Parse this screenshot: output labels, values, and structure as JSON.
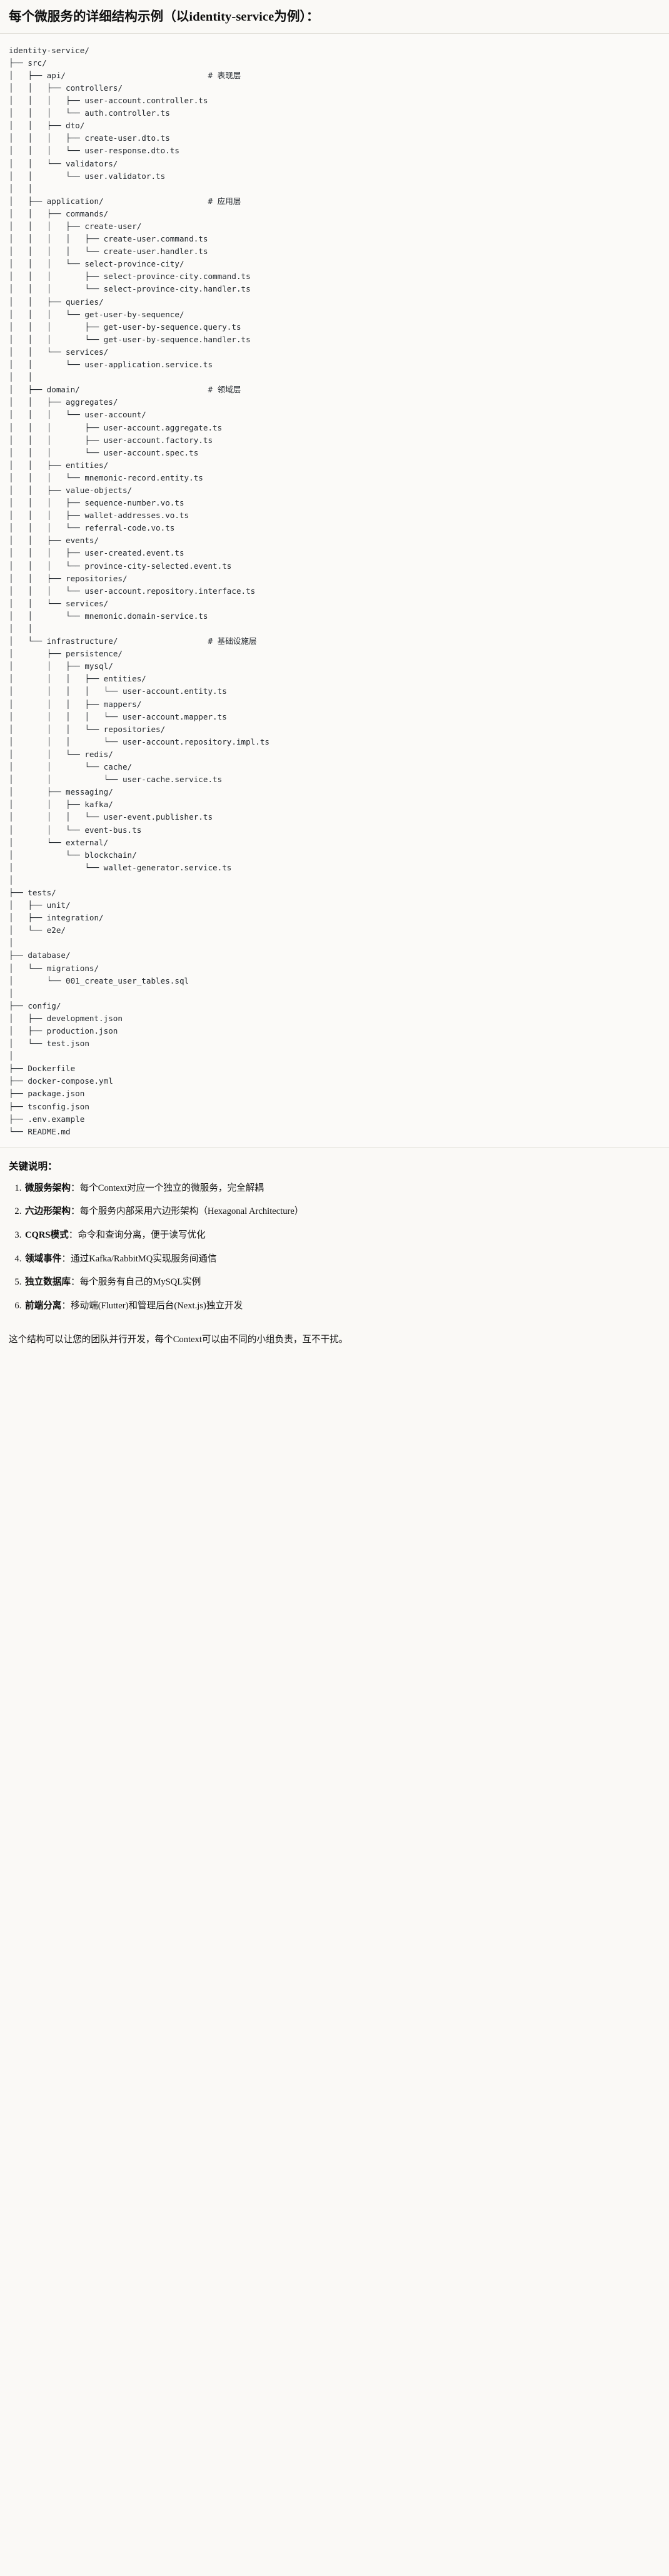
{
  "heading": "每个微服务的详细结构示例（以identity-service为例）：",
  "tree": {
    "root": "identity-service/",
    "comments": {
      "api": "# 表现层",
      "application": "# 应用层",
      "domain": "# 领域层",
      "infrastructure": "# 基础设施层"
    },
    "lines": [
      "identity-service/",
      "├── src/",
      "│   ├── api/                              # 表现层",
      "│   │   ├── controllers/",
      "│   │   │   ├── user-account.controller.ts",
      "│   │   │   └── auth.controller.ts",
      "│   │   ├── dto/",
      "│   │   │   ├── create-user.dto.ts",
      "│   │   │   └── user-response.dto.ts",
      "│   │   └── validators/",
      "│   │       └── user.validator.ts",
      "│   │",
      "│   ├── application/                      # 应用层",
      "│   │   ├── commands/",
      "│   │   │   ├── create-user/",
      "│   │   │   │   ├── create-user.command.ts",
      "│   │   │   │   └── create-user.handler.ts",
      "│   │   │   └── select-province-city/",
      "│   │   │       ├── select-province-city.command.ts",
      "│   │   │       └── select-province-city.handler.ts",
      "│   │   ├── queries/",
      "│   │   │   └── get-user-by-sequence/",
      "│   │   │       ├── get-user-by-sequence.query.ts",
      "│   │   │       └── get-user-by-sequence.handler.ts",
      "│   │   └── services/",
      "│   │       └── user-application.service.ts",
      "│   │",
      "│   ├── domain/                           # 领域层",
      "│   │   ├── aggregates/",
      "│   │   │   └── user-account/",
      "│   │   │       ├── user-account.aggregate.ts",
      "│   │   │       ├── user-account.factory.ts",
      "│   │   │       └── user-account.spec.ts",
      "│   │   ├── entities/",
      "│   │   │   └── mnemonic-record.entity.ts",
      "│   │   ├── value-objects/",
      "│   │   │   ├── sequence-number.vo.ts",
      "│   │   │   ├── wallet-addresses.vo.ts",
      "│   │   │   └── referral-code.vo.ts",
      "│   │   ├── events/",
      "│   │   │   ├── user-created.event.ts",
      "│   │   │   └── province-city-selected.event.ts",
      "│   │   ├── repositories/",
      "│   │   │   └── user-account.repository.interface.ts",
      "│   │   └── services/",
      "│   │       └── mnemonic.domain-service.ts",
      "│   │",
      "│   └── infrastructure/                   # 基础设施层",
      "│       ├── persistence/",
      "│       │   ├── mysql/",
      "│       │   │   ├── entities/",
      "│       │   │   │   └── user-account.entity.ts",
      "│       │   │   ├── mappers/",
      "│       │   │   │   └── user-account.mapper.ts",
      "│       │   │   └── repositories/",
      "│       │   │       └── user-account.repository.impl.ts",
      "│       │   └── redis/",
      "│       │       └── cache/",
      "│       │           └── user-cache.service.ts",
      "│       ├── messaging/",
      "│       │   ├── kafka/",
      "│       │   │   └── user-event.publisher.ts",
      "│       │   └── event-bus.ts",
      "│       └── external/",
      "│           └── blockchain/",
      "│               └── wallet-generator.service.ts",
      "│",
      "├── tests/",
      "│   ├── unit/",
      "│   ├── integration/",
      "│   └── e2e/",
      "│",
      "├── database/",
      "│   └── migrations/",
      "│       └── 001_create_user_tables.sql",
      "│",
      "├── config/",
      "│   ├── development.json",
      "│   ├── production.json",
      "│   └── test.json",
      "│",
      "├── Dockerfile",
      "├── docker-compose.yml",
      "├── package.json",
      "├── tsconfig.json",
      "├── .env.example",
      "└── README.md"
    ]
  },
  "notes": {
    "title": "关键说明：",
    "items": [
      {
        "term": "微服务架构",
        "sep": "：",
        "text": "每个Context对应一个独立的微服务，完全解耦"
      },
      {
        "term": "六边形架构",
        "sep": "：",
        "text": "每个服务内部采用六边形架构（Hexagonal Architecture）"
      },
      {
        "term": "CQRS模式",
        "sep": "：",
        "text": "命令和查询分离，便于读写优化"
      },
      {
        "term": "领域事件",
        "sep": "：",
        "text": "通过Kafka/RabbitMQ实现服务间通信"
      },
      {
        "term": "独立数据库",
        "sep": "：",
        "text": "每个服务有自己的MySQL实例"
      },
      {
        "term": "前端分离",
        "sep": "：",
        "text": "移动端(Flutter)和管理后台(Next.js)独立开发"
      }
    ],
    "closing": "这个结构可以让您的团队并行开发，每个Context可以由不同的小组负责，互不干扰。"
  },
  "colors": {
    "page_background": "#faf9f6",
    "code_background": "#fbfaf8",
    "text": "#1a1a1a",
    "code_text": "#24292f",
    "rule": "#e3e1db"
  }
}
